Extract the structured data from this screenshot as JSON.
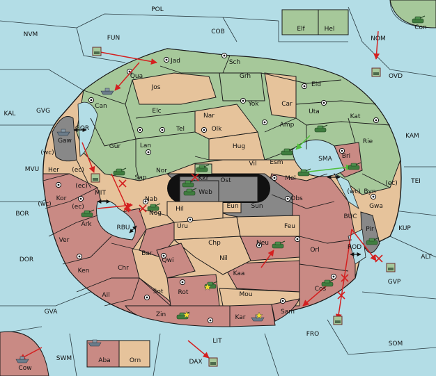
{
  "map": {
    "colors": {
      "sea": "#b3dde6",
      "green": "#a6c89a",
      "tan": "#e6c39b",
      "red": "#c98a84",
      "grey": "#888888",
      "black": "#111111",
      "border": "#1a1a1a",
      "unit": "#3f7d3f",
      "fleet": "#6b7c8a",
      "order_red": "#d42020",
      "order_green": "#4fbf3a"
    },
    "provinces": [
      {
        "id": "pol",
        "label": "POL"
      },
      {
        "id": "cob",
        "label": "COB"
      },
      {
        "id": "nvm",
        "label": "NVM"
      },
      {
        "id": "fun",
        "label": "FUN"
      },
      {
        "id": "nom",
        "label": "NOM"
      },
      {
        "id": "ovd",
        "label": "OVD"
      },
      {
        "id": "con",
        "label": "Con"
      },
      {
        "id": "elf",
        "label": "Elf"
      },
      {
        "id": "hel",
        "label": "Hel"
      },
      {
        "id": "jad",
        "label": "Jad"
      },
      {
        "id": "sch",
        "label": "Sch"
      },
      {
        "id": "qua",
        "label": "Qua"
      },
      {
        "id": "jos",
        "label": "Jos"
      },
      {
        "id": "grh",
        "label": "Grh"
      },
      {
        "id": "eld",
        "label": "Eld"
      },
      {
        "id": "can",
        "label": "Can"
      },
      {
        "id": "car",
        "label": "Car"
      },
      {
        "id": "yok",
        "label": "Yok"
      },
      {
        "id": "uta",
        "label": "Uta"
      },
      {
        "id": "kal",
        "label": "KAL"
      },
      {
        "id": "gvg",
        "label": "GVG"
      },
      {
        "id": "elc",
        "label": "Elc"
      },
      {
        "id": "nar",
        "label": "Nar"
      },
      {
        "id": "amp",
        "label": "Amp"
      },
      {
        "id": "kat",
        "label": "Kat"
      },
      {
        "id": "gor",
        "label": "GOR"
      },
      {
        "id": "tel",
        "label": "Tel"
      },
      {
        "id": "olk",
        "label": "Olk"
      },
      {
        "id": "kam",
        "label": "KAM"
      },
      {
        "id": "gaw",
        "label": "Gaw"
      },
      {
        "id": "gur",
        "label": "Gur"
      },
      {
        "id": "lan",
        "label": "Lan"
      },
      {
        "id": "hug",
        "label": "Hug"
      },
      {
        "id": "rie",
        "label": "Rie"
      },
      {
        "id": "wc1",
        "label": "(wc)"
      },
      {
        "id": "esm",
        "label": "Esm"
      },
      {
        "id": "bri",
        "label": "Bri"
      },
      {
        "id": "vil",
        "label": "Vil"
      },
      {
        "id": "sma",
        "label": "SMA"
      },
      {
        "id": "mvu",
        "label": "MVU"
      },
      {
        "id": "her",
        "label": "Her"
      },
      {
        "id": "ec1",
        "label": "(ec)"
      },
      {
        "id": "nor",
        "label": "Nor"
      },
      {
        "id": "kkr",
        "label": "Kkr"
      },
      {
        "id": "sap",
        "label": "Sap"
      },
      {
        "id": "ost",
        "label": "Ost"
      },
      {
        "id": "mel",
        "label": "Mel"
      },
      {
        "id": "tei",
        "label": "TEI"
      },
      {
        "id": "ec2",
        "label": "(ec)"
      },
      {
        "id": "ec3",
        "label": "(ec)"
      },
      {
        "id": "web",
        "label": "Web"
      },
      {
        "id": "wc2",
        "label": "(wc)"
      },
      {
        "id": "byn",
        "label": "Byn"
      },
      {
        "id": "mit",
        "label": "MIT"
      },
      {
        "id": "kor",
        "label": "Kor"
      },
      {
        "id": "nab",
        "label": "Nab"
      },
      {
        "id": "obs",
        "label": "Obs"
      },
      {
        "id": "eun",
        "label": "Eun"
      },
      {
        "id": "sun",
        "label": "Sun"
      },
      {
        "id": "wc3",
        "label": "(wc)"
      },
      {
        "id": "gwa",
        "label": "Gwa"
      },
      {
        "id": "ec4",
        "label": "(ec)"
      },
      {
        "id": "hil",
        "label": "Hil"
      },
      {
        "id": "bor",
        "label": "BOR"
      },
      {
        "id": "ark",
        "label": "Ark"
      },
      {
        "id": "nog",
        "label": "Nog"
      },
      {
        "id": "kup",
        "label": "KUP"
      },
      {
        "id": "buc",
        "label": "BUC"
      },
      {
        "id": "pir",
        "label": "Pir"
      },
      {
        "id": "rbu",
        "label": "RBU"
      },
      {
        "id": "uru",
        "label": "Uru"
      },
      {
        "id": "feu",
        "label": "Feu"
      },
      {
        "id": "ver",
        "label": "Ver"
      },
      {
        "id": "chp",
        "label": "Chp"
      },
      {
        "id": "neu",
        "label": "Neu"
      },
      {
        "id": "rod",
        "label": "ROD"
      },
      {
        "id": "orl",
        "label": "Orl"
      },
      {
        "id": "bar",
        "label": "Bar"
      },
      {
        "id": "dor",
        "label": "DOR"
      },
      {
        "id": "qwi",
        "label": "Qwi"
      },
      {
        "id": "nil",
        "label": "Nil"
      },
      {
        "id": "alt",
        "label": "ALT"
      },
      {
        "id": "chr",
        "label": "Chr"
      },
      {
        "id": "ken",
        "label": "Ken"
      },
      {
        "id": "kaa",
        "label": "Kaa"
      },
      {
        "id": "gvp",
        "label": "GVP"
      },
      {
        "id": "rot",
        "label": "Rot"
      },
      {
        "id": "cos",
        "label": "Cos"
      },
      {
        "id": "sot",
        "label": "Sot"
      },
      {
        "id": "ail",
        "label": "Ail"
      },
      {
        "id": "mou",
        "label": "Mou"
      },
      {
        "id": "gva",
        "label": "GVA"
      },
      {
        "id": "zin",
        "label": "Zin"
      },
      {
        "id": "sam",
        "label": "Sam"
      },
      {
        "id": "kar",
        "label": "Kar"
      },
      {
        "id": "fro",
        "label": "FRO"
      },
      {
        "id": "lit",
        "label": "LIT"
      },
      {
        "id": "som",
        "label": "SOM"
      },
      {
        "id": "swm",
        "label": "SWM"
      },
      {
        "id": "aba",
        "label": "Aba"
      },
      {
        "id": "orn",
        "label": "Orn"
      },
      {
        "id": "dax",
        "label": "DAX"
      },
      {
        "id": "cow",
        "label": "Cow"
      }
    ]
  }
}
